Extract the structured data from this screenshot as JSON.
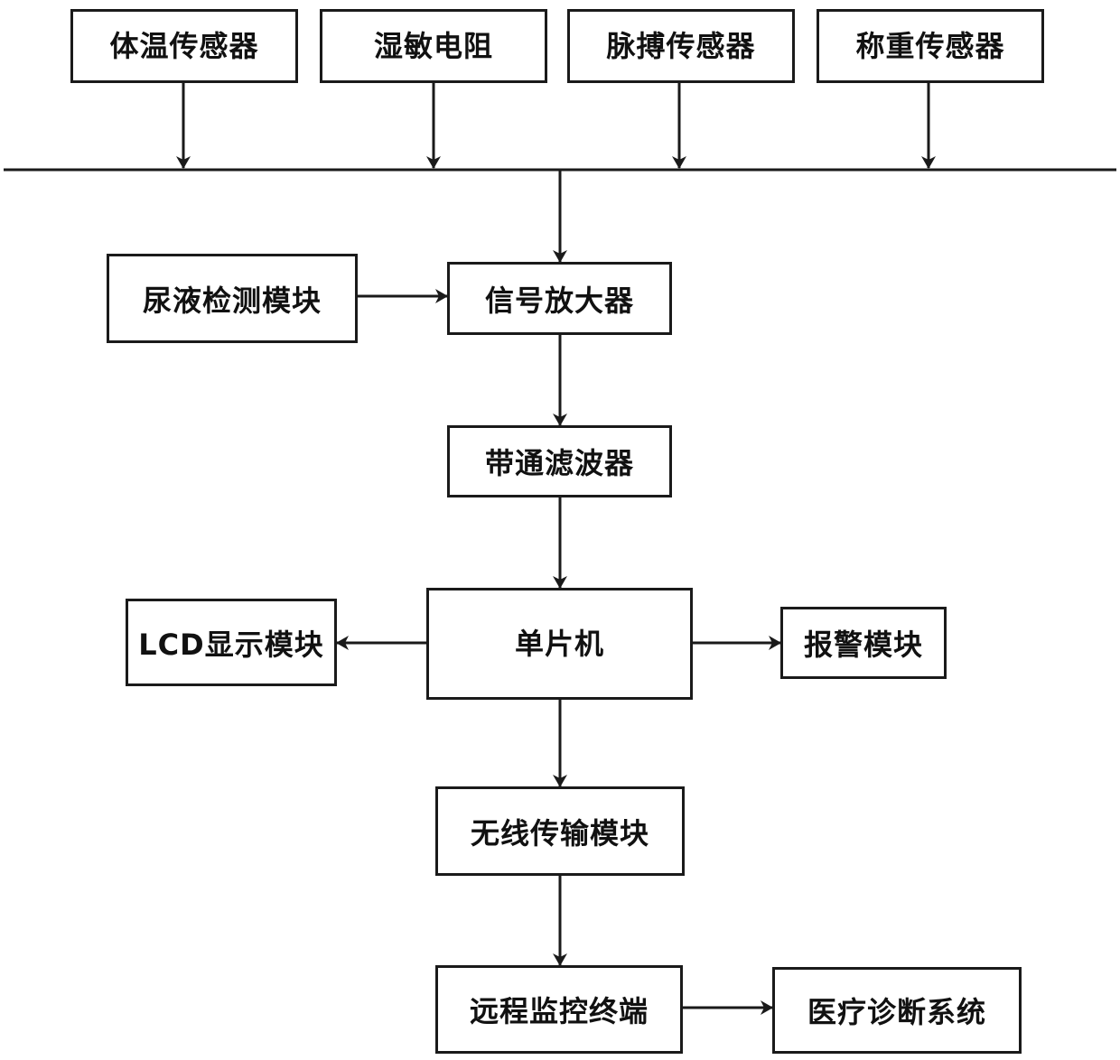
{
  "sensors": {
    "body_temp": "体温传感器",
    "humidity_resistor": "湿敏电阻",
    "pulse": "脉搏传感器",
    "weight": "称重传感器"
  },
  "modules": {
    "urine_detection": "尿液检测模块",
    "signal_amplifier": "信号放大器",
    "bandpass_filter": "带通滤波器",
    "mcu": "单片机",
    "lcd_display": "LCD显示模块",
    "alarm": "报警模块",
    "wireless": "无线传输模块",
    "remote_terminal": "远程监控终端",
    "medical_system": "医疗诊断系统"
  }
}
